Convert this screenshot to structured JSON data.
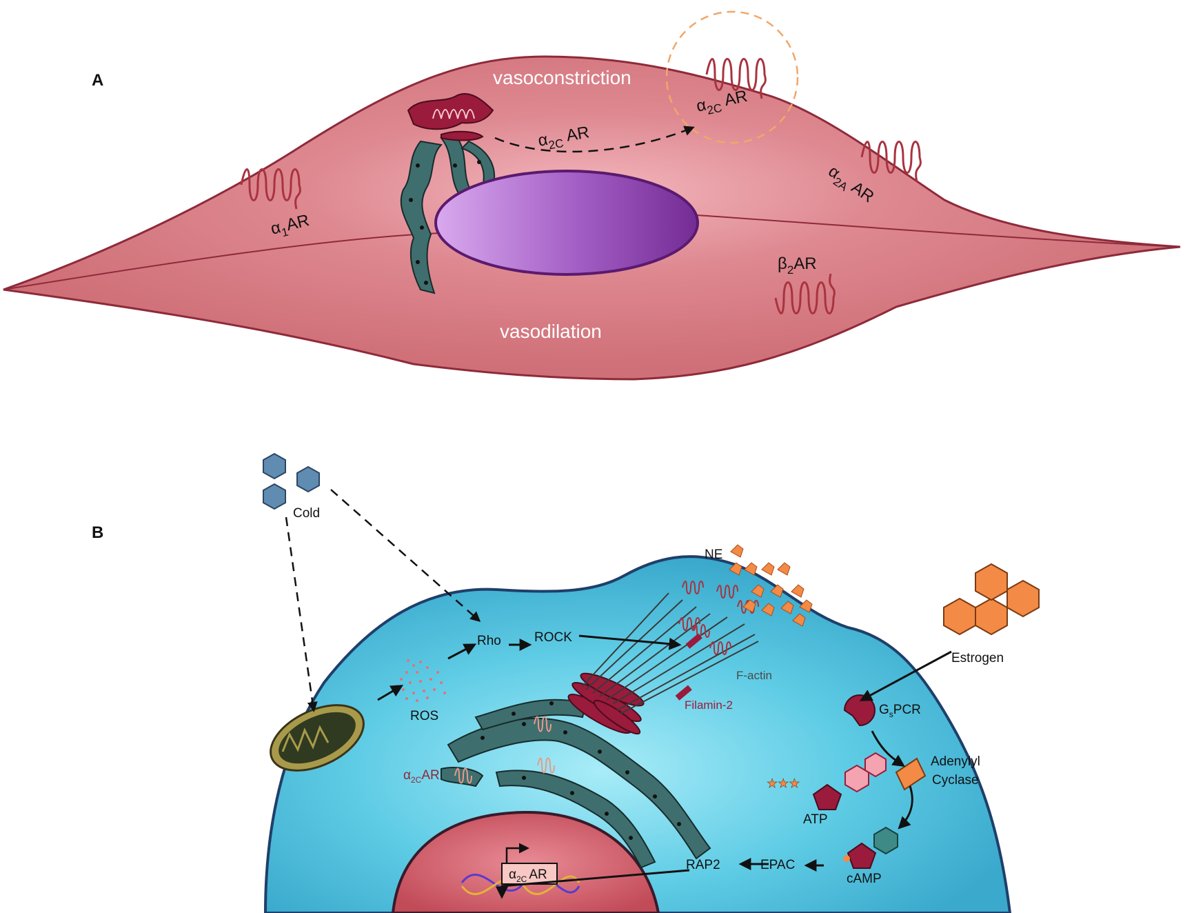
{
  "panelA": {
    "letter": "A",
    "vasoconstriction": "vasoconstriction",
    "vasodilation": "vasodilation",
    "alpha1": {
      "greek": "α",
      "sub": "1",
      "rest": "AR"
    },
    "alpha2c_mid": {
      "greek": "α",
      "sub": "2C",
      "rest": "AR"
    },
    "alpha2c_top": {
      "greek": "α",
      "sub": "2C",
      "rest": "AR"
    },
    "alpha2a": {
      "greek": "α",
      "sub": "2A",
      "rest": "AR"
    },
    "beta2": {
      "greek": "β",
      "sub": "2",
      "rest": "AR"
    }
  },
  "panelB": {
    "letter": "B",
    "cold": "Cold",
    "ros": "ROS",
    "rho": "Rho",
    "rock": "ROCK",
    "ne": "NE",
    "factin": "F-actin",
    "filamin": "Filamin-2",
    "estrogen": "Estrogen",
    "gspcr": {
      "g": "G",
      "sub": "s",
      "rest": "PCR"
    },
    "adenylyl1": "Adenylyl",
    "adenylyl2": "Cyclase",
    "atp": "ATP",
    "camp": "cAMP",
    "epac": "EPAC",
    "rap2": "RAP2",
    "a2car_er": {
      "greek": "α",
      "sub": "2C",
      "rest": "AR"
    },
    "a2car_gene": {
      "greek": "α",
      "sub": "2C",
      "rest": "AR"
    }
  },
  "colors": {
    "cellA": "#d4767e",
    "cellB": "#4cc3de",
    "nucleusA": "#b67ad0",
    "nucleusB": "#c9525f",
    "er": "#3c6b6b",
    "golgi": "#9a1b3c",
    "receptor": "#a8333f",
    "orange": "#f38a45"
  }
}
